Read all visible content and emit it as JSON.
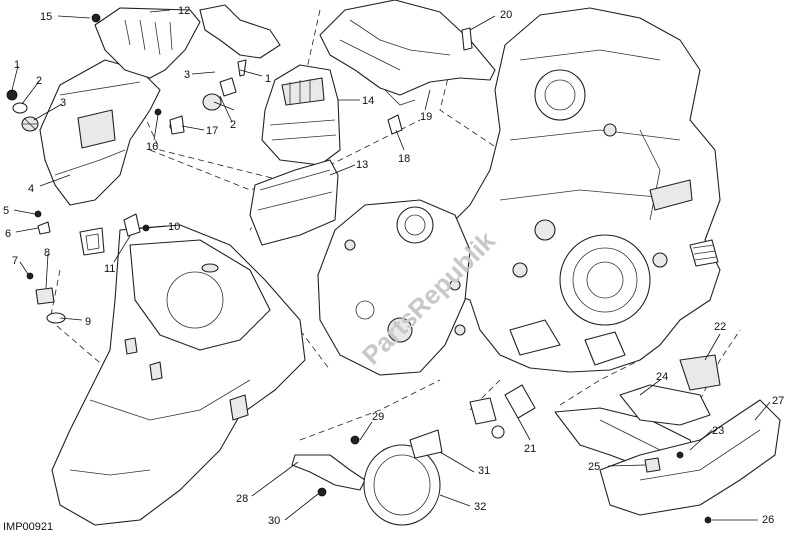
{
  "diagram_id": "IMP00921",
  "watermark": "PartsRepublik",
  "callouts": {
    "c1a": "1",
    "c1b": "1",
    "c2a": "2",
    "c2b": "2",
    "c3a": "3",
    "c3b": "3",
    "c4": "4",
    "c5": "5",
    "c6": "6",
    "c7": "7",
    "c8": "8",
    "c9": "9",
    "c10": "10",
    "c11": "11",
    "c12": "12",
    "c13": "13",
    "c14": "14",
    "c15": "15",
    "c16": "16",
    "c17": "17",
    "c18": "18",
    "c19": "19",
    "c20": "20",
    "c21": "21",
    "c22": "22",
    "c23": "23",
    "c24": "24",
    "c25": "25",
    "c26": "26",
    "c27": "27",
    "c28": "28",
    "c29": "29",
    "c30": "30",
    "c31": "31",
    "c32": "32"
  }
}
